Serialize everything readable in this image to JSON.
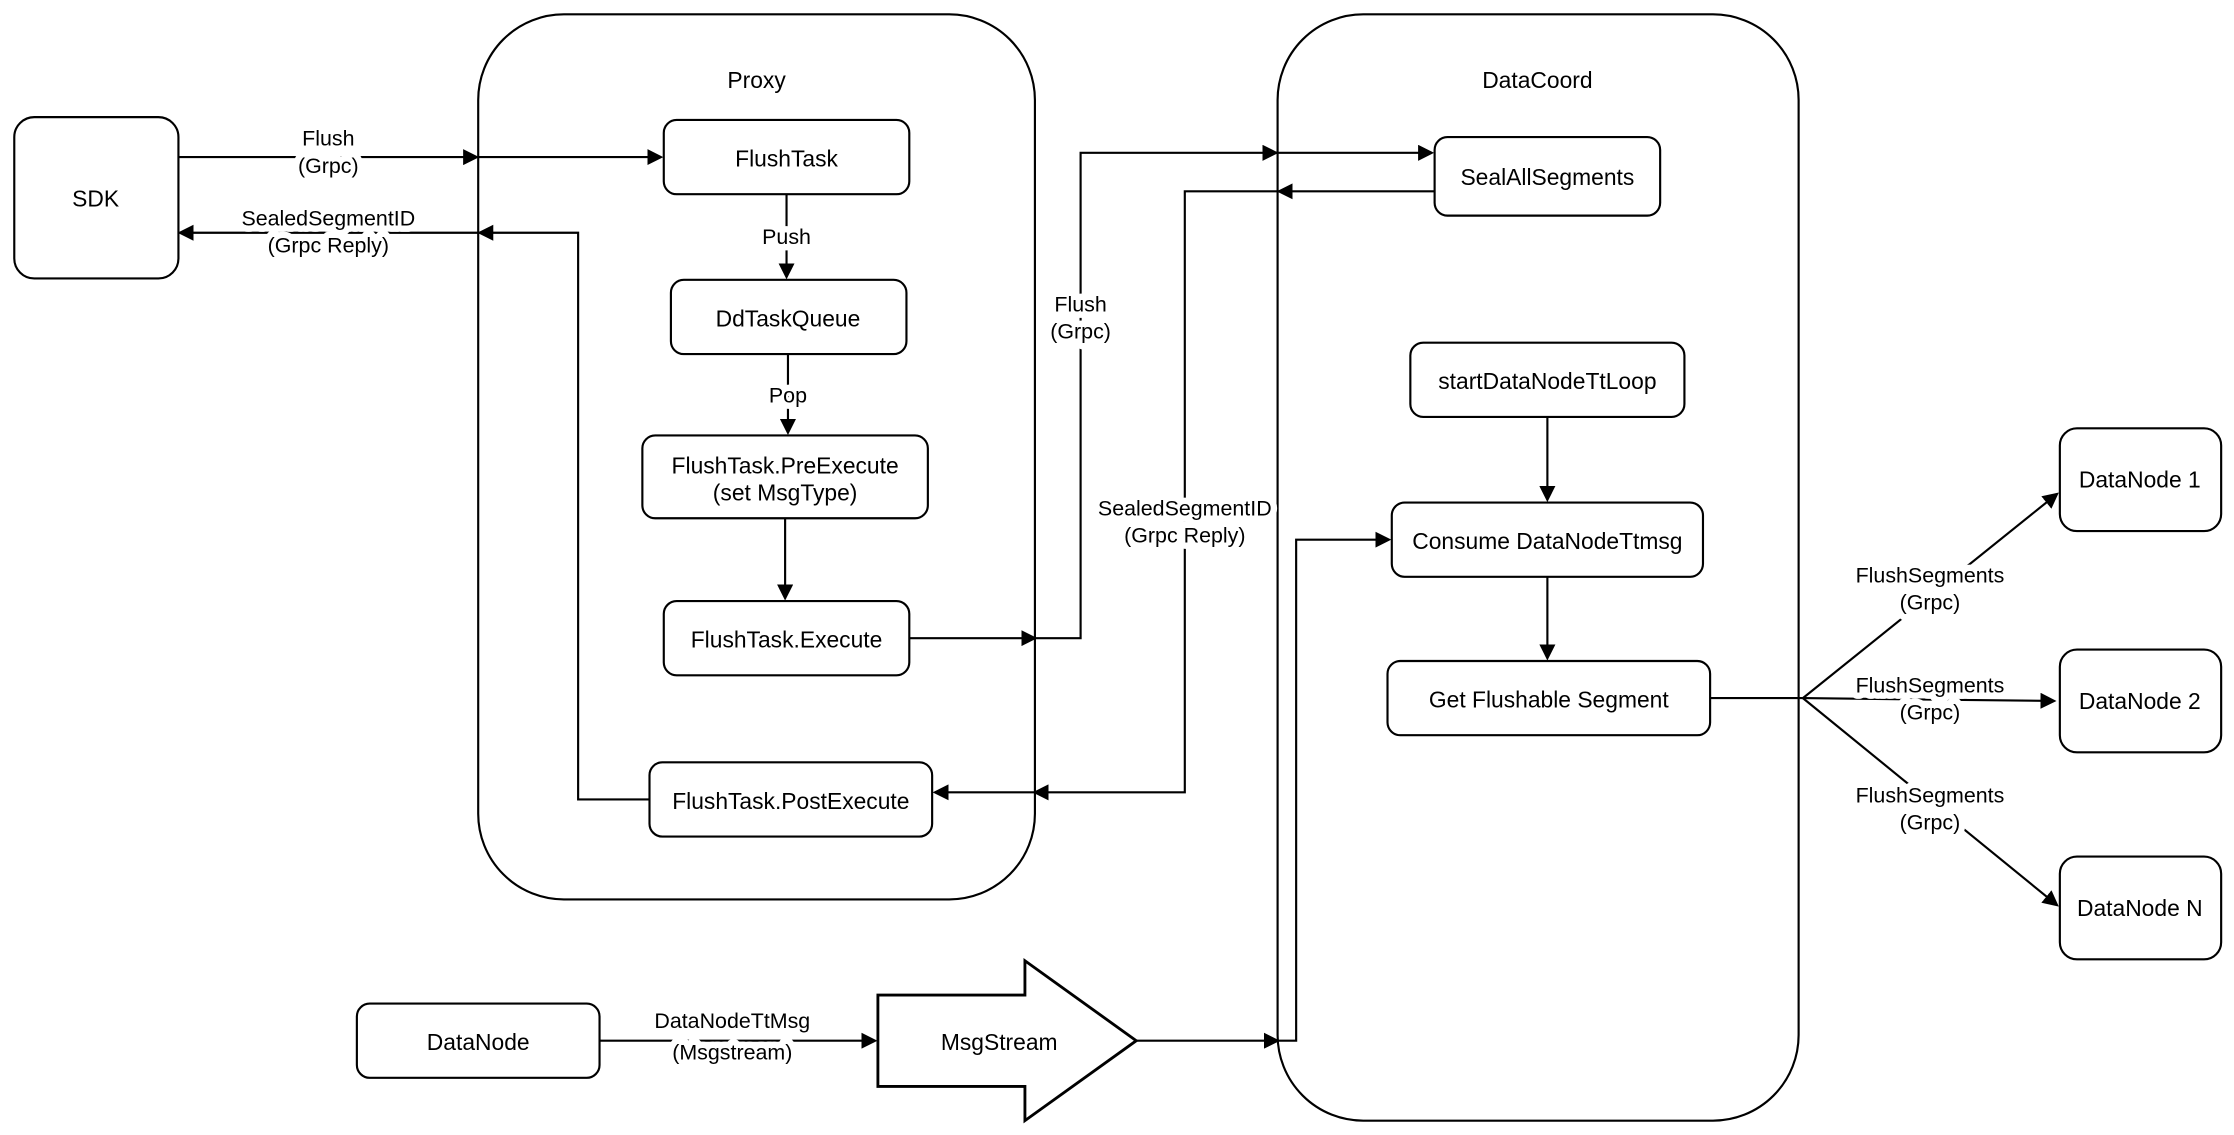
{
  "diagram": {
    "containers": {
      "proxy": {
        "label": "Proxy"
      },
      "datacoord": {
        "label": "DataCoord"
      }
    },
    "nodes": {
      "sdk": {
        "label": "SDK"
      },
      "flush_task": {
        "label": "FlushTask"
      },
      "dd_task_queue": {
        "label": "DdTaskQueue"
      },
      "pre_execute": {
        "line1": "FlushTask.PreExecute",
        "line2": "(set MsgType)"
      },
      "execute": {
        "label": "FlushTask.Execute"
      },
      "post_execute": {
        "label": "FlushTask.PostExecute"
      },
      "seal_all_segments": {
        "label": "SealAllSegments"
      },
      "start_datanode_tt_loop": {
        "label": "startDataNodeTtLoop"
      },
      "consume_datanode_ttmsg": {
        "label": "Consume DataNodeTtmsg"
      },
      "get_flushable_segment": {
        "label": "Get Flushable Segment"
      },
      "datanode_1": {
        "label": "DataNode 1"
      },
      "datanode_2": {
        "label": "DataNode 2"
      },
      "datanode_n": {
        "label": "DataNode N"
      },
      "datanode_source": {
        "label": "DataNode"
      },
      "msgstream": {
        "label": "MsgStream"
      }
    },
    "edge_labels": {
      "flush_sdk_proxy": {
        "line1": "Flush",
        "line2": "(Grpc)"
      },
      "sealed_segment_id_sdk": {
        "line1": "SealedSegmentID",
        "line2": "(Grpc Reply)"
      },
      "push": {
        "text": "Push"
      },
      "pop": {
        "text": "Pop"
      },
      "flush_proxy_datacoord": {
        "line1": "Flush",
        "line2": "(Grpc)"
      },
      "sealed_segment_id_proxy": {
        "line1": "SealedSegmentID",
        "line2": "(Grpc Reply)"
      },
      "flush_segments_1": {
        "line1": "FlushSegments",
        "line2": "(Grpc)"
      },
      "flush_segments_2": {
        "line1": "FlushSegments",
        "line2": "(Grpc)"
      },
      "flush_segments_3": {
        "line1": "FlushSegments",
        "line2": "(Grpc)"
      },
      "datanode_tt_msg": {
        "line1": "DataNodeTtMsg",
        "line2": "(Msgstream)"
      }
    },
    "colors": {
      "stroke": "#000000",
      "node_fill": "#ffffff",
      "background": "#ffffff",
      "text": "#000000"
    }
  }
}
